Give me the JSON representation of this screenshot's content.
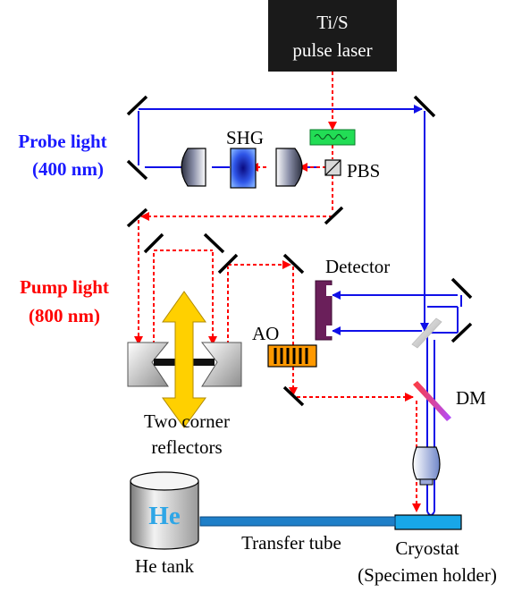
{
  "laser": {
    "line1": "Ti/S",
    "line2": "pulse laser"
  },
  "labels": {
    "shg": "SHG",
    "pbs": "PBS",
    "probe_line1": "Probe light",
    "probe_line2": "(400 nm)",
    "pump_line1": "Pump light",
    "pump_line2": "(800 nm)",
    "detector": "Detector",
    "ao": "AO",
    "dm": "DM",
    "corner_line1": "Two corner",
    "corner_line2": "reflectors",
    "he_symbol": "He",
    "he_tank": "He tank",
    "transfer_tube": "Transfer tube",
    "cryostat_line1": "Cryostat",
    "cryostat_line2": "(Specimen holder)"
  },
  "colors": {
    "probe_beam": "#1010e8",
    "pump_beam": "#ff0000",
    "he_text": "#2ea6e6",
    "transfer_tube": "#1e7fc8",
    "arrow": "#ffd000",
    "ao": "#ff9900",
    "detector": "#6a1f5a"
  }
}
